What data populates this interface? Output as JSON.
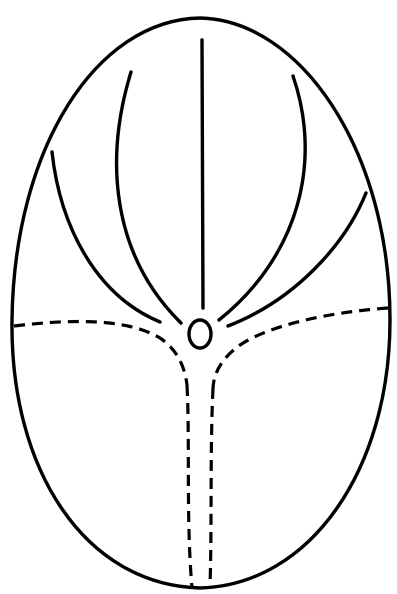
{
  "diagram": {
    "ink_color": "#000000",
    "background_color": "#ffffff",
    "elements": [
      "outer-oval-outline",
      "radiating-solid-lines",
      "central-small-oval",
      "dashed-boundary-lines"
    ]
  }
}
